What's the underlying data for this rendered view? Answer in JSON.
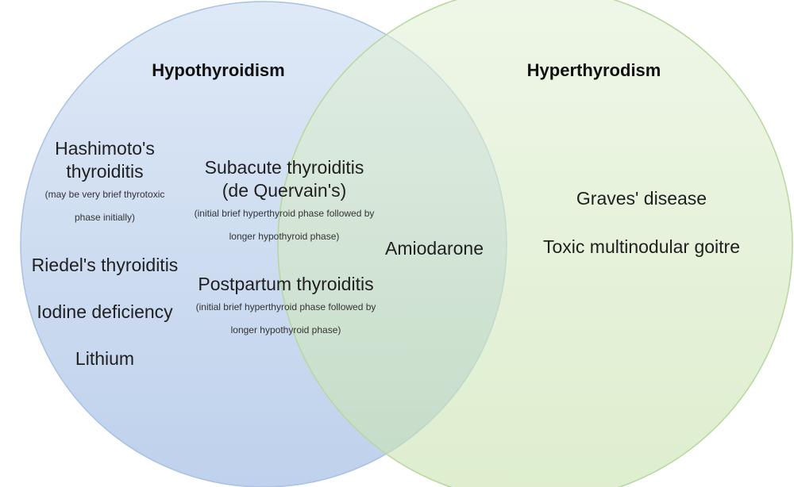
{
  "venn": {
    "colors": {
      "left_fill": "#c9d9ef",
      "left_stroke": "#a9c1e2",
      "right_fill": "#d4e9c2",
      "right_stroke": "#b6d79c"
    },
    "left_set": {
      "title": "Hypothyroidism",
      "items": {
        "hashimoto": {
          "line1": "Hashimoto's",
          "line2": "thyroiditis",
          "note1": "(may be very brief thyrotoxic",
          "note2": "phase initially)"
        },
        "riedel": "Riedel's thyroiditis",
        "iodine": "Iodine deficiency",
        "lithium": "Lithium"
      }
    },
    "right_set": {
      "title": "Hyperthyrodism",
      "items": {
        "graves": "Graves' disease",
        "toxic_mng": "Toxic multinodular goitre"
      }
    },
    "boundary_items": {
      "subacute": {
        "line1": "Subacute thyroiditis",
        "line2": "(de Quervain's)",
        "note1": "(initial brief hyperthyroid phase followed by",
        "note2": "longer hypothyroid phase)"
      },
      "postpartum": {
        "line1": "Postpartum thyroiditis",
        "note1": "(initial brief hyperthyroid phase followed by",
        "note2": "longer hypothyroid phase)"
      }
    },
    "intersection": {
      "amiodarone": "Amiodarone"
    }
  }
}
